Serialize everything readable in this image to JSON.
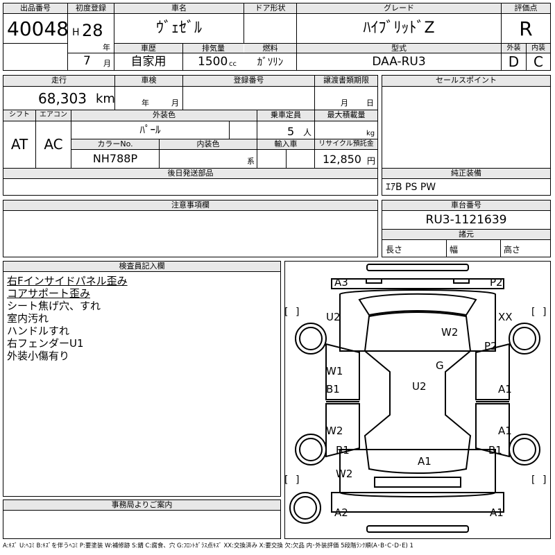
{
  "sheet": {
    "lot_label": "出品番号",
    "lot_number": "40048",
    "first_reg_label": "初度登録",
    "era": "H",
    "year": "28",
    "year_unit": "年",
    "month": "7",
    "month_unit": "月",
    "car_name_label": "車名",
    "car_name": "ｳﾞｪｾﾞﾙ",
    "door_label": "ドア形状",
    "door_value": "",
    "grade_label": "グレード",
    "grade": "ﾊｲﾌﾞﾘｯﾄﾞZ",
    "score_label": "評価点",
    "score": "R",
    "history_label": "車歴",
    "history": "自家用",
    "displacement_label": "排気量",
    "displacement": "1500",
    "displacement_unit": "cc",
    "fuel_label": "燃料",
    "fuel": "ｶﾞｿﾘﾝ",
    "model_label": "型式",
    "model": "DAA-RU3",
    "exterior_label": "外装",
    "exterior": "D",
    "interior_label": "内装",
    "interior": "C"
  },
  "row2": {
    "mileage_label": "走行",
    "mileage": "68,303",
    "mileage_unit": "km",
    "inspection_label": "車検",
    "inspection_year_unit": "年",
    "inspection_month_unit": "月",
    "reg_label": "登録番号",
    "transfer_label": "譲渡書類期限",
    "transfer_month_unit": "月",
    "transfer_day_unit": "日",
    "shift_label": "シフト",
    "shift": "AT",
    "ac_label": "エアコン",
    "ac": "AC",
    "color_label": "外装色",
    "color": "ﾊﾟｰﾙ",
    "capacity_label": "乗車定員",
    "capacity": "5",
    "capacity_unit": "人",
    "load_label": "最大積載量",
    "load_unit": "kg",
    "color_no_label": "カラーNo.",
    "color_no": "NH788P",
    "interior_color_label": "内装色",
    "interior_color_unit": "系",
    "import_label": "輸入車",
    "recycle_label": "リサイクル預託金",
    "recycle": "12,850",
    "recycle_unit": "円",
    "selling_label": "セールスポイント",
    "later_label": "後日発送部品",
    "equip_label": "純正装備",
    "equip": "ｴｱB PS PW"
  },
  "notes": {
    "caution_label": "注意事項欄",
    "chassis_label": "車台番号",
    "chassis": "RU3-1121639",
    "dims_label": "諸元",
    "length_label": "長さ",
    "width_label": "幅",
    "height_label": "高さ"
  },
  "inspector": {
    "label": "検査員記入欄",
    "lines": [
      "右Fインサイドパネル歪み",
      "コアサポート歪み",
      "シート焦げ穴、すれ",
      "室内汚れ",
      "ハンドルすれ",
      "右フェンダーU1",
      "外装小傷有り"
    ]
  },
  "office": {
    "label": "事務局よりご案内"
  },
  "diagram_marks": [
    "A3",
    "P2",
    "U2",
    "XX",
    "W2",
    "P2",
    "G",
    "W1",
    "B1",
    "U2",
    "A1",
    "W2",
    "A1",
    "B1",
    "A1",
    "B1",
    "W2",
    "A2",
    "A1"
  ],
  "legend": "A:ｷｽﾞ U:ﾍｺﾐ B:ｷｽﾞを伴うﾍｺﾐ P:要塗装 W:補修跡 S:錆 C:腐食、穴 G:ﾌﾛﾝﾄｶﾞﾗｽ点ｷｽﾞ XX:交換済み X:要交換 欠:欠品 内･外装評価 5段階ﾗﾝｸ順(A･B･C･D･E) 1"
}
